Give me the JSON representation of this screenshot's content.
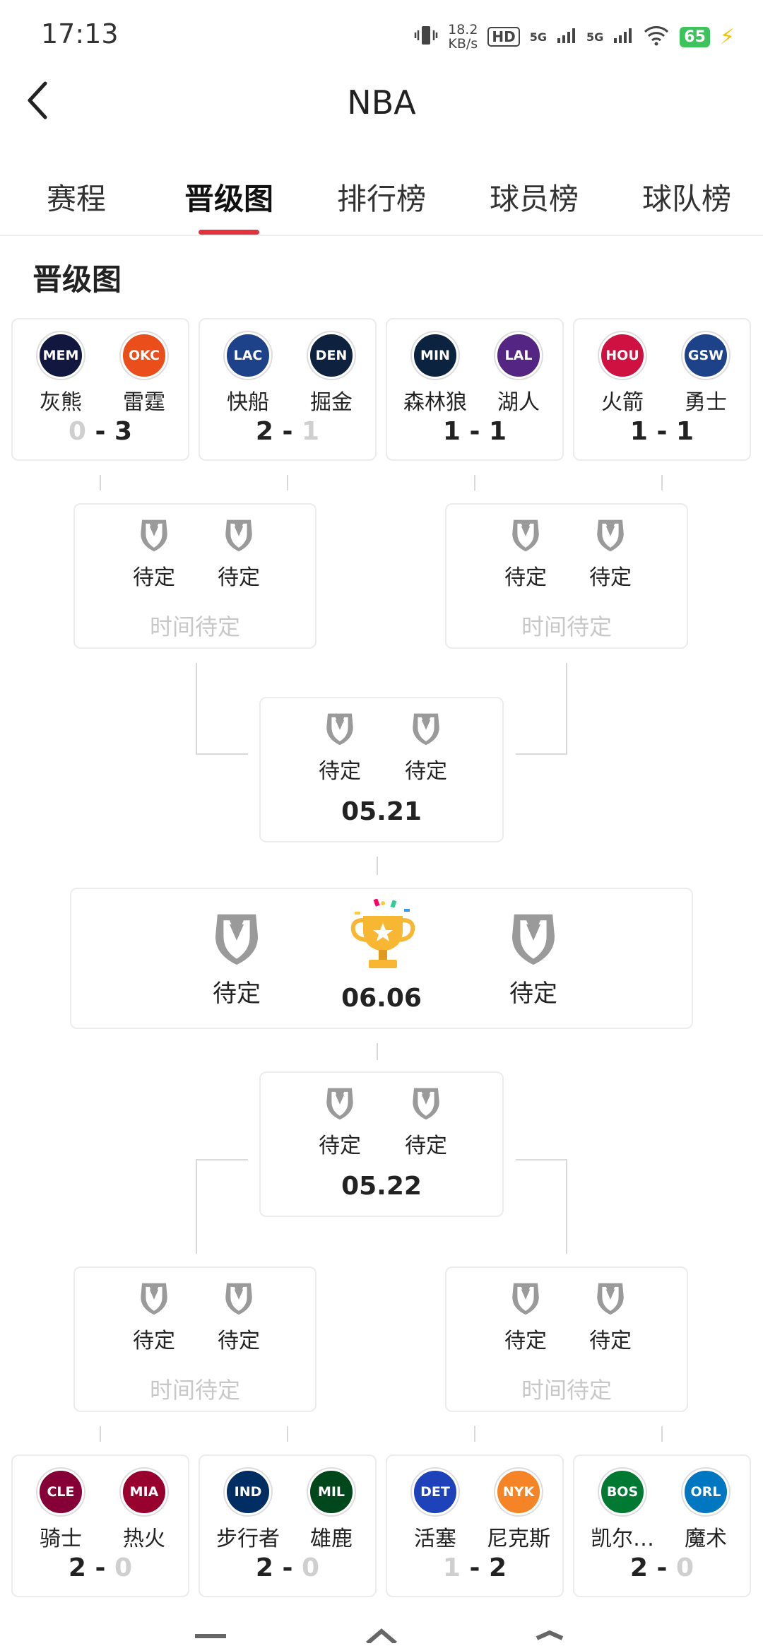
{
  "status_bar": {
    "time": "17:13",
    "net_speed": "18.2",
    "net_unit": "KB/s",
    "hd": "HD",
    "sig1": "5G",
    "sig2": "5G",
    "battery": "65"
  },
  "header": {
    "title": "NBA"
  },
  "tabs": [
    "赛程",
    "晋级图",
    "排行榜",
    "球员榜",
    "球队榜"
  ],
  "active_tab_index": 1,
  "section_title": "晋级图",
  "tbd_label": "待定",
  "pending_time_label": "时间待定",
  "west_first_round": [
    {
      "home": {
        "abbr": "MEM",
        "name": "灰熊",
        "color": "#12173f"
      },
      "away": {
        "abbr": "OKC",
        "name": "雷霆",
        "color": "#e94e1b"
      },
      "score_home": "0",
      "score_away": "3"
    },
    {
      "home": {
        "abbr": "LAC",
        "name": "快船",
        "color": "#1d428a"
      },
      "away": {
        "abbr": "DEN",
        "name": "掘金",
        "color": "#0e2240"
      },
      "score_home": "2",
      "score_away": "1"
    },
    {
      "home": {
        "abbr": "MIN",
        "name": "森林狼",
        "color": "#0c2340"
      },
      "away": {
        "abbr": "LAL",
        "name": "湖人",
        "color": "#552583"
      },
      "score_home": "1",
      "score_away": "1"
    },
    {
      "home": {
        "abbr": "HOU",
        "name": "火箭",
        "color": "#ce1141"
      },
      "away": {
        "abbr": "GSW",
        "name": "勇士",
        "color": "#1d428a"
      },
      "score_home": "1",
      "score_away": "1"
    }
  ],
  "west_semis_dates": [
    "时间待定",
    "时间待定"
  ],
  "west_final_date": "05.21",
  "finals_date": "06.06",
  "east_final_date": "05.22",
  "east_semis_dates": [
    "时间待定",
    "时间待定"
  ],
  "east_first_round": [
    {
      "home": {
        "abbr": "CLE",
        "name": "骑士",
        "color": "#860038"
      },
      "away": {
        "abbr": "MIA",
        "name": "热火",
        "color": "#98002e"
      },
      "score_home": "2",
      "score_away": "0"
    },
    {
      "home": {
        "abbr": "IND",
        "name": "步行者",
        "color": "#002d62"
      },
      "away": {
        "abbr": "MIL",
        "name": "雄鹿",
        "color": "#00471b"
      },
      "score_home": "2",
      "score_away": "0"
    },
    {
      "home": {
        "abbr": "DET",
        "name": "活塞",
        "color": "#1d42ba"
      },
      "away": {
        "abbr": "NYK",
        "name": "尼克斯",
        "color": "#f58426"
      },
      "score_home": "1",
      "score_away": "2"
    },
    {
      "home": {
        "abbr": "BOS",
        "name": "凯尔…",
        "color": "#007a33"
      },
      "away": {
        "abbr": "ORL",
        "name": "魔术",
        "color": "#0077c0"
      },
      "score_home": "2",
      "score_away": "0"
    }
  ]
}
